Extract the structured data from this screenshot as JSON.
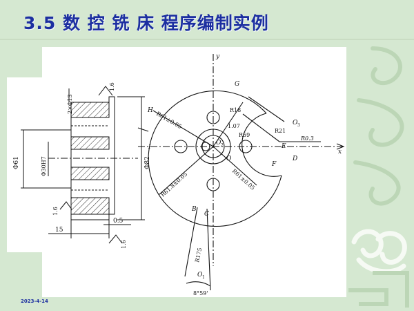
{
  "slide": {
    "title": "3.5 数 控 铣 床 程序编制实例",
    "date": "2023-4-14"
  },
  "part_side_view": {
    "dims": {
      "hole_count": "2×Φ13",
      "roughness_top": "1.6",
      "outer_diameter": "Φ61",
      "bore_diameter": "Φ30H7",
      "flange_diameter": "Φ82",
      "roughness_left": "1.6",
      "width": "15",
      "step": "0.5",
      "roughness_bottom": "1.6"
    }
  },
  "part_plan_view": {
    "labels": {
      "g": "G",
      "h": "H",
      "i": "I",
      "o": "O",
      "o2": "O",
      "o2_sub": "2",
      "o3": "O",
      "o3_sub": "3",
      "e": "E",
      "d": "D",
      "b": "B",
      "c": "C",
      "o1": "O",
      "o1_sub": "1",
      "f": "F",
      "x_axis": "x",
      "y_axis": "y"
    },
    "dims": {
      "r61_upper": "R61±0.05",
      "r18": "R18",
      "r107": "1.07",
      "r59": "R59",
      "r21": "R21",
      "r03": "R0.3",
      "r61_lower_left": "R61.8±0.05",
      "r61_lower_right": "R61±0.05",
      "r175": "R175",
      "angle": "8°59'"
    }
  }
}
